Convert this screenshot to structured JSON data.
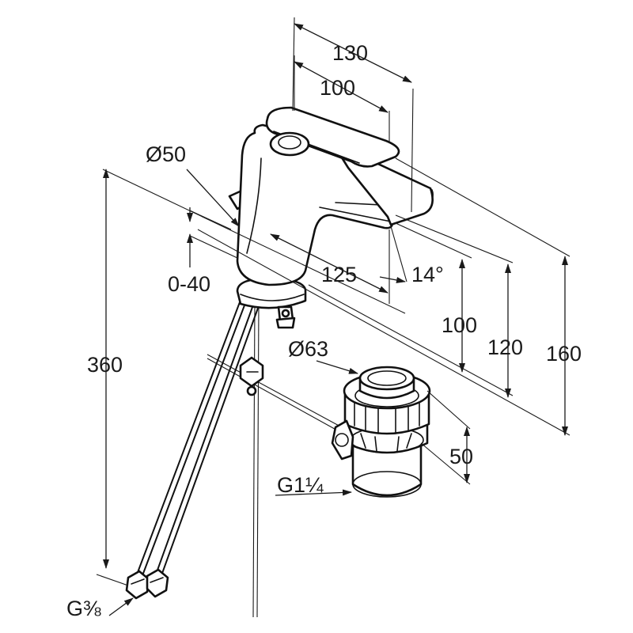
{
  "drawing": {
    "dimensions": {
      "width_overall": "130",
      "width_spout": "100",
      "body_diameter": "Ø50",
      "reach": "125",
      "lift_range": "0-40",
      "spout_angle": "14°",
      "height_outlet": "100",
      "height_spout_top": "120",
      "height_lever_top": "160",
      "hose_length": "360",
      "waste_diameter": "Ø63",
      "waste_height": "50",
      "waste_thread": "G1¼",
      "hose_thread": "G⅜"
    }
  }
}
